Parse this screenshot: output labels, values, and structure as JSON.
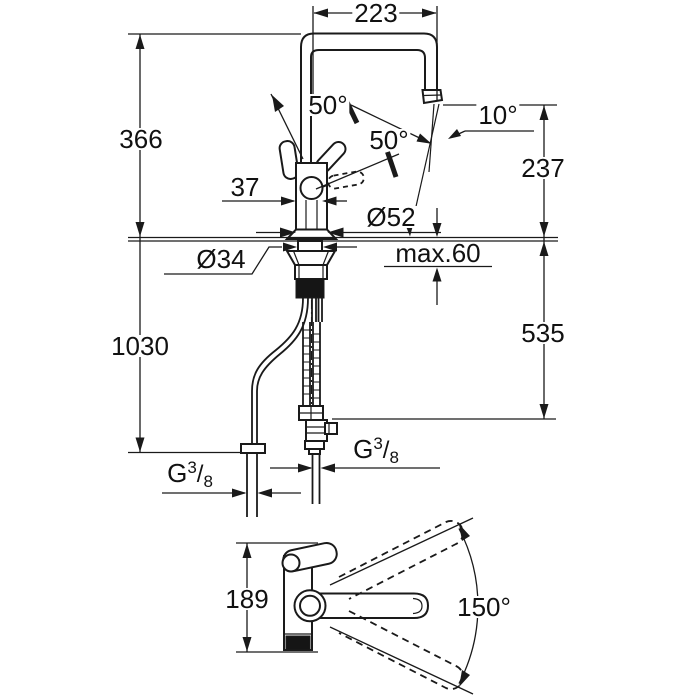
{
  "colors": {
    "line": "#1a1a1a",
    "background": "#ffffff",
    "solid_fill": "#151515"
  },
  "front_view": {
    "dimensions": {
      "spout_width": "223",
      "height_to_spout_top": "366",
      "handle_offset": "37",
      "outlet_height_above_counter": "237",
      "base_diameter": "Ø52",
      "mounting_hole_diameter": "Ø34",
      "max_mounting_thickness": "max.60",
      "below_counter_depth": "535",
      "overall_height_with_hoses": "1030"
    },
    "angles": {
      "handle_open_upper": "50°",
      "handle_open_lower": "50°",
      "spray_angle": "10°"
    },
    "connections": {
      "thread": {
        "g": "G",
        "sup": "3",
        "slash": "/",
        "sub": "8"
      }
    }
  },
  "top_view": {
    "dimensions": {
      "body_depth": "189"
    },
    "angles": {
      "swivel_range": "150°"
    }
  }
}
